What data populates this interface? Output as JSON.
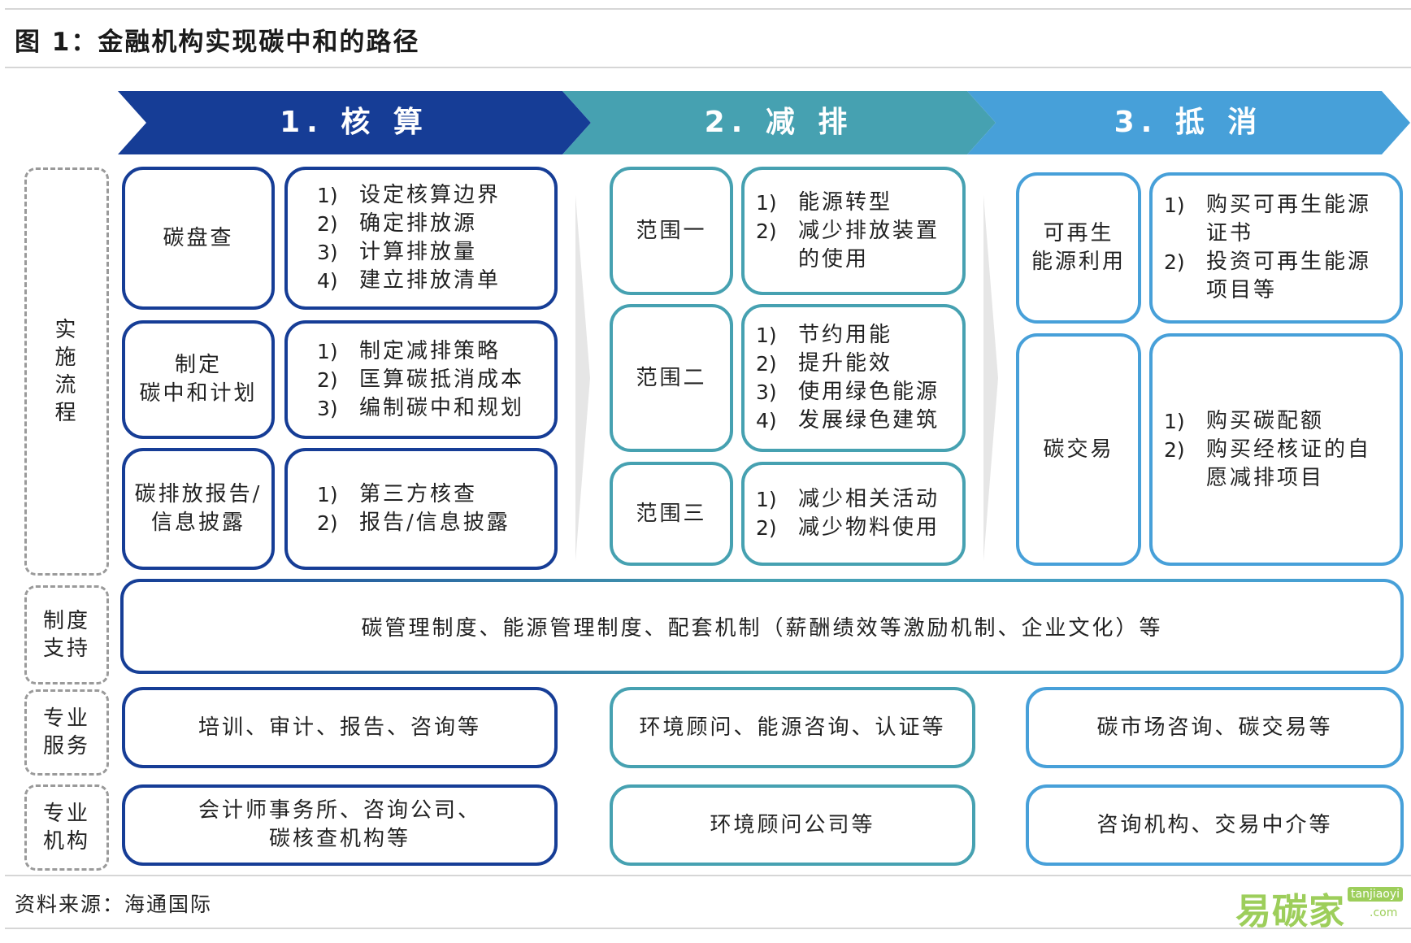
{
  "title": "图 1：金融机构实现碳中和的路径",
  "stages": [
    {
      "label": "1. 核 算",
      "color": "#163d96"
    },
    {
      "label": "2. 减 排",
      "color": "#46a1b1"
    },
    {
      "label": "3. 抵 消",
      "color": "#47a0d9"
    }
  ],
  "side_labels": {
    "process": "实\n施\n流\n程",
    "system": "制度\n支持",
    "service": "专业\n服务",
    "institution": "专业\n机构"
  },
  "accounting": [
    {
      "label": "碳盘查",
      "items": [
        "设定核算边界",
        "确定排放源",
        "计算排放量",
        "建立排放清单"
      ]
    },
    {
      "label": "制定\n碳中和计划",
      "items": [
        "制定减排策略",
        "匡算碳抵消成本",
        "编制碳中和规划"
      ]
    },
    {
      "label": "碳排放报告/\n信息披露",
      "items": [
        "第三方核查",
        "报告/信息披露"
      ]
    }
  ],
  "reduction": [
    {
      "label": "范围一",
      "items": [
        "能源转型",
        "减少排放装置\n的使用"
      ]
    },
    {
      "label": "范围二",
      "items": [
        "节约用能",
        "提升能效",
        "使用绿色能源",
        "发展绿色建筑"
      ]
    },
    {
      "label": "范围三",
      "items": [
        "减少相关活动",
        "减少物料使用"
      ]
    }
  ],
  "offset": [
    {
      "label": "可再生\n能源利用",
      "items": [
        "购买可再生能源\n证书",
        "投资可再生能源\n项目等"
      ]
    },
    {
      "label": "碳交易",
      "items": [
        "购买碳配额",
        "购买经核证的自\n愿减排项目"
      ]
    }
  ],
  "system_text": "碳管理制度、能源管理制度、配套机制（薪酬绩效等激励机制、企业文化）等",
  "services": [
    "培训、审计、报告、咨询等",
    "环境顾问、能源咨询、认证等",
    "碳市场咨询、碳交易等"
  ],
  "institutions": [
    "会计师事务所、咨询公司、\n碳核查机构等",
    "环境顾问公司等",
    "咨询机构、交易中介等"
  ],
  "numbering": [
    "1)",
    "2)",
    "3)",
    "4)"
  ],
  "source": "资料来源：海通国际",
  "watermark": {
    "cn": "易碳家",
    "en": "tanjiaoyi",
    "dot": ".com",
    "color": "#8cc63f"
  }
}
